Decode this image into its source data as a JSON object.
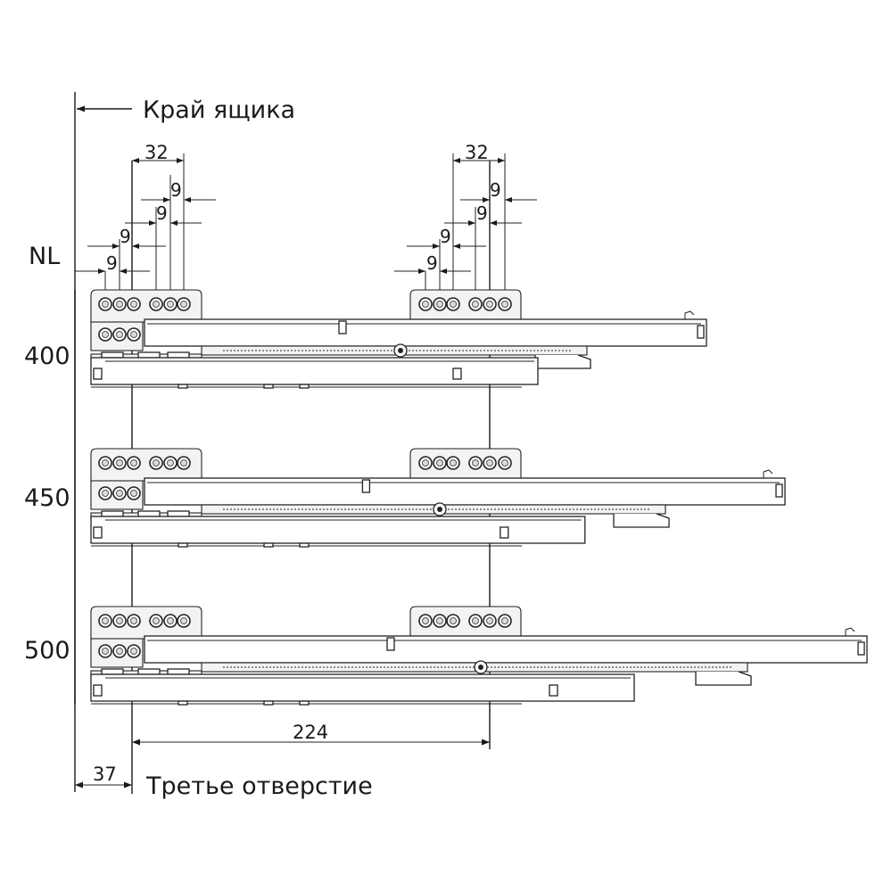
{
  "labels": {
    "drawer_edge": "Край ящика",
    "nominal_length": "NL",
    "third_hole": "Третье отверстие"
  },
  "dimensions": {
    "pitch_left": "32",
    "pitch_right": "32",
    "step_a": "9",
    "step_b": "9",
    "step_c": "9",
    "step_d": "9",
    "step_e": "9",
    "step_f": "9",
    "step_g": "9",
    "step_h": "9",
    "hole_span": "224",
    "edge_offset": "37"
  },
  "lengths": [
    {
      "value": "400"
    },
    {
      "value": "450"
    },
    {
      "value": "500"
    }
  ]
}
